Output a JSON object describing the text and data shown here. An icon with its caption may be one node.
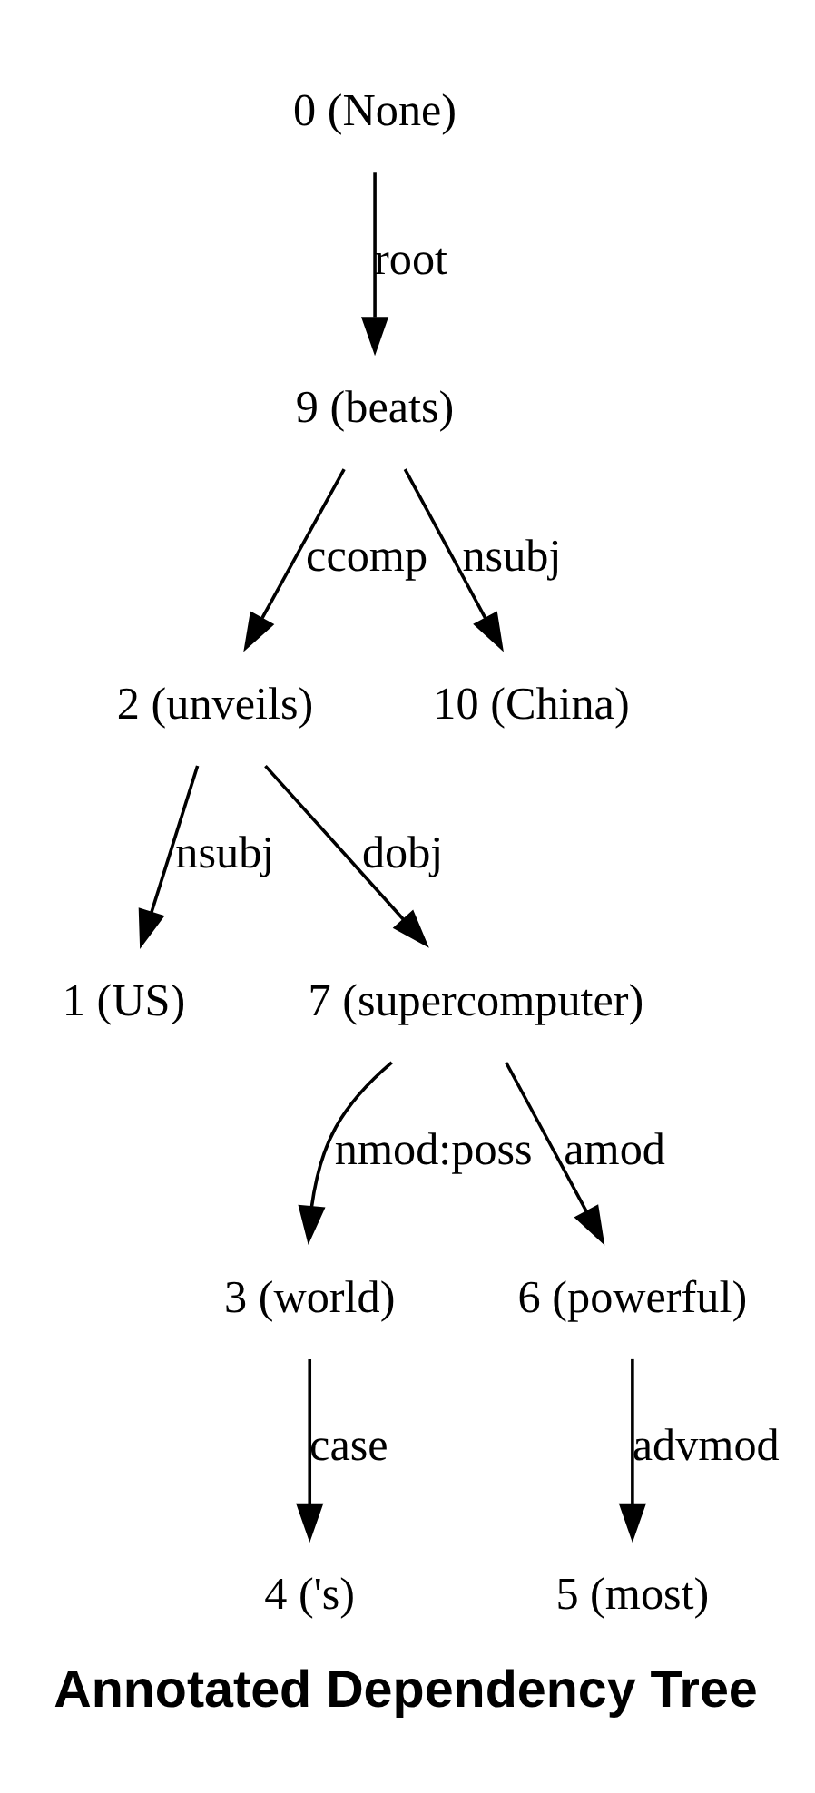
{
  "diagram": {
    "caption": "Annotated Dependency Tree",
    "nodes": [
      {
        "text": [
          "0 (None)"
        ]
      },
      {
        "text": [
          "9 (beats)"
        ]
      },
      {
        "text": [
          "2 (unveils)"
        ]
      },
      {
        "text": [
          "10 (China)"
        ]
      },
      {
        "text": [
          "1 (US)"
        ]
      },
      {
        "text": [
          "7 (supercomputer)"
        ]
      },
      {
        "text": [
          "3 (world)"
        ]
      },
      {
        "text": [
          "6 (powerful)"
        ]
      },
      {
        "text": [
          "4 ('s)"
        ]
      },
      {
        "text": [
          "5 (most)"
        ]
      }
    ],
    "edges": [
      {
        "from": 0,
        "to": 1,
        "arrow": "to",
        "label": "root"
      },
      {
        "from": 1,
        "to": 2,
        "arrow": "to",
        "label": "ccomp"
      },
      {
        "from": 1,
        "to": 3,
        "arrow": "to",
        "label": "nsubj"
      },
      {
        "from": 2,
        "to": 4,
        "arrow": "to",
        "label": "nsubj"
      },
      {
        "from": 2,
        "to": 5,
        "arrow": "to",
        "label": "dobj"
      },
      {
        "from": 5,
        "to": 6,
        "arrow": "to",
        "label": "nmod:poss"
      },
      {
        "from": 5,
        "to": 7,
        "arrow": "to",
        "label": "amod"
      },
      {
        "from": 6,
        "to": 8,
        "arrow": "to",
        "label": "case"
      },
      {
        "from": 7,
        "to": 9,
        "arrow": "to",
        "label": "advmod"
      }
    ]
  }
}
